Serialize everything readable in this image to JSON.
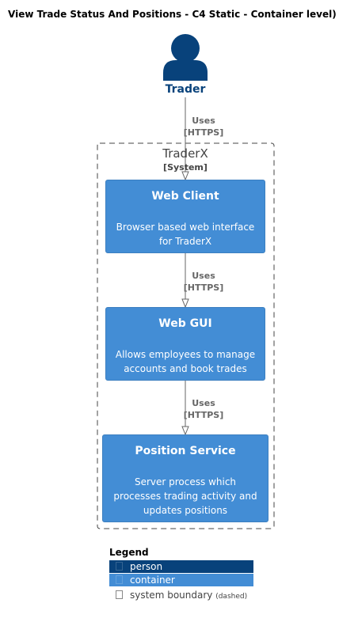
{
  "title": "View Trade Status And Positions - C4 Static - Container level)",
  "person": {
    "label": "Trader",
    "icon": "person-icon"
  },
  "boundary": {
    "name": "TraderX",
    "type": "[System]"
  },
  "relations": [
    {
      "from": "Trader",
      "to": "Web Client",
      "label": "Uses",
      "technology": "[HTTPS]"
    },
    {
      "from": "Web Client",
      "to": "Web GUI",
      "label": "Uses",
      "technology": "[HTTPS]"
    },
    {
      "from": "Web GUI",
      "to": "Position Service",
      "label": "Uses",
      "technology": "[HTTPS]"
    }
  ],
  "containers": [
    {
      "name": "Web Client",
      "description_lines": [
        "Browser based web interface",
        "for TraderX"
      ]
    },
    {
      "name": "Web GUI",
      "description_lines": [
        "Allows employees to manage",
        "accounts and book trades"
      ]
    },
    {
      "name": "Position Service",
      "description_lines": [
        "Server process which",
        "processes trading activity and",
        "updates positions"
      ]
    }
  ],
  "legend": {
    "title": "Legend",
    "items": [
      {
        "label": "person",
        "note": ""
      },
      {
        "label": "container",
        "note": ""
      },
      {
        "label": "system boundary",
        "note": "(dashed)"
      }
    ]
  },
  "colors": {
    "person": "#08427b",
    "container": "#438dd5",
    "container_border": "#3c7fc0",
    "edge": "#666666",
    "boundary": "#444444"
  }
}
